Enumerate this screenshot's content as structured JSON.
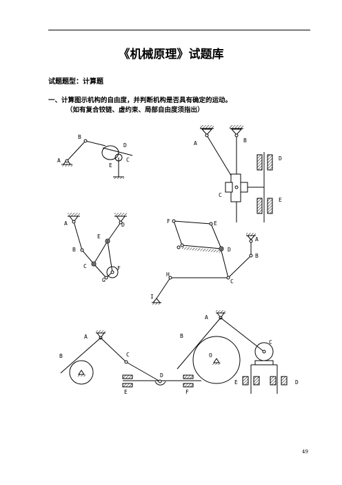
{
  "header": {
    "title": "《机械原理》试题库"
  },
  "section": {
    "type_label": "试题题型：计算题"
  },
  "question": {
    "text": "一、计算图示机构的自由度，并判断机构是否具有确定的运动。",
    "note": "（如有复合铰链、虚约束、局部自由度须指出）"
  },
  "figures": {
    "fig1": {
      "A": "A",
      "B": "B",
      "C": "C",
      "D": "D",
      "E": "E"
    },
    "fig2": {
      "A": "A",
      "B": "B",
      "C": "C",
      "D": "D",
      "E": "E"
    },
    "fig3": {
      "A": "A",
      "B": "B",
      "C": "C",
      "D": "D",
      "E": "E",
      "F": "F",
      "G": "G"
    },
    "fig4": {
      "A": "A",
      "B": "B",
      "C": "C",
      "D": "D",
      "E": "E",
      "F": "F",
      "H": "H",
      "I": "I"
    },
    "fig5": {
      "A": "A",
      "B": "B",
      "C": "C",
      "D": "D",
      "E": "E",
      "F": "F"
    },
    "fig6": {
      "A": "A",
      "B": "B",
      "C": "C",
      "D": "D",
      "E": "E",
      "O": "O"
    }
  },
  "footer": {
    "page_number": "49"
  }
}
